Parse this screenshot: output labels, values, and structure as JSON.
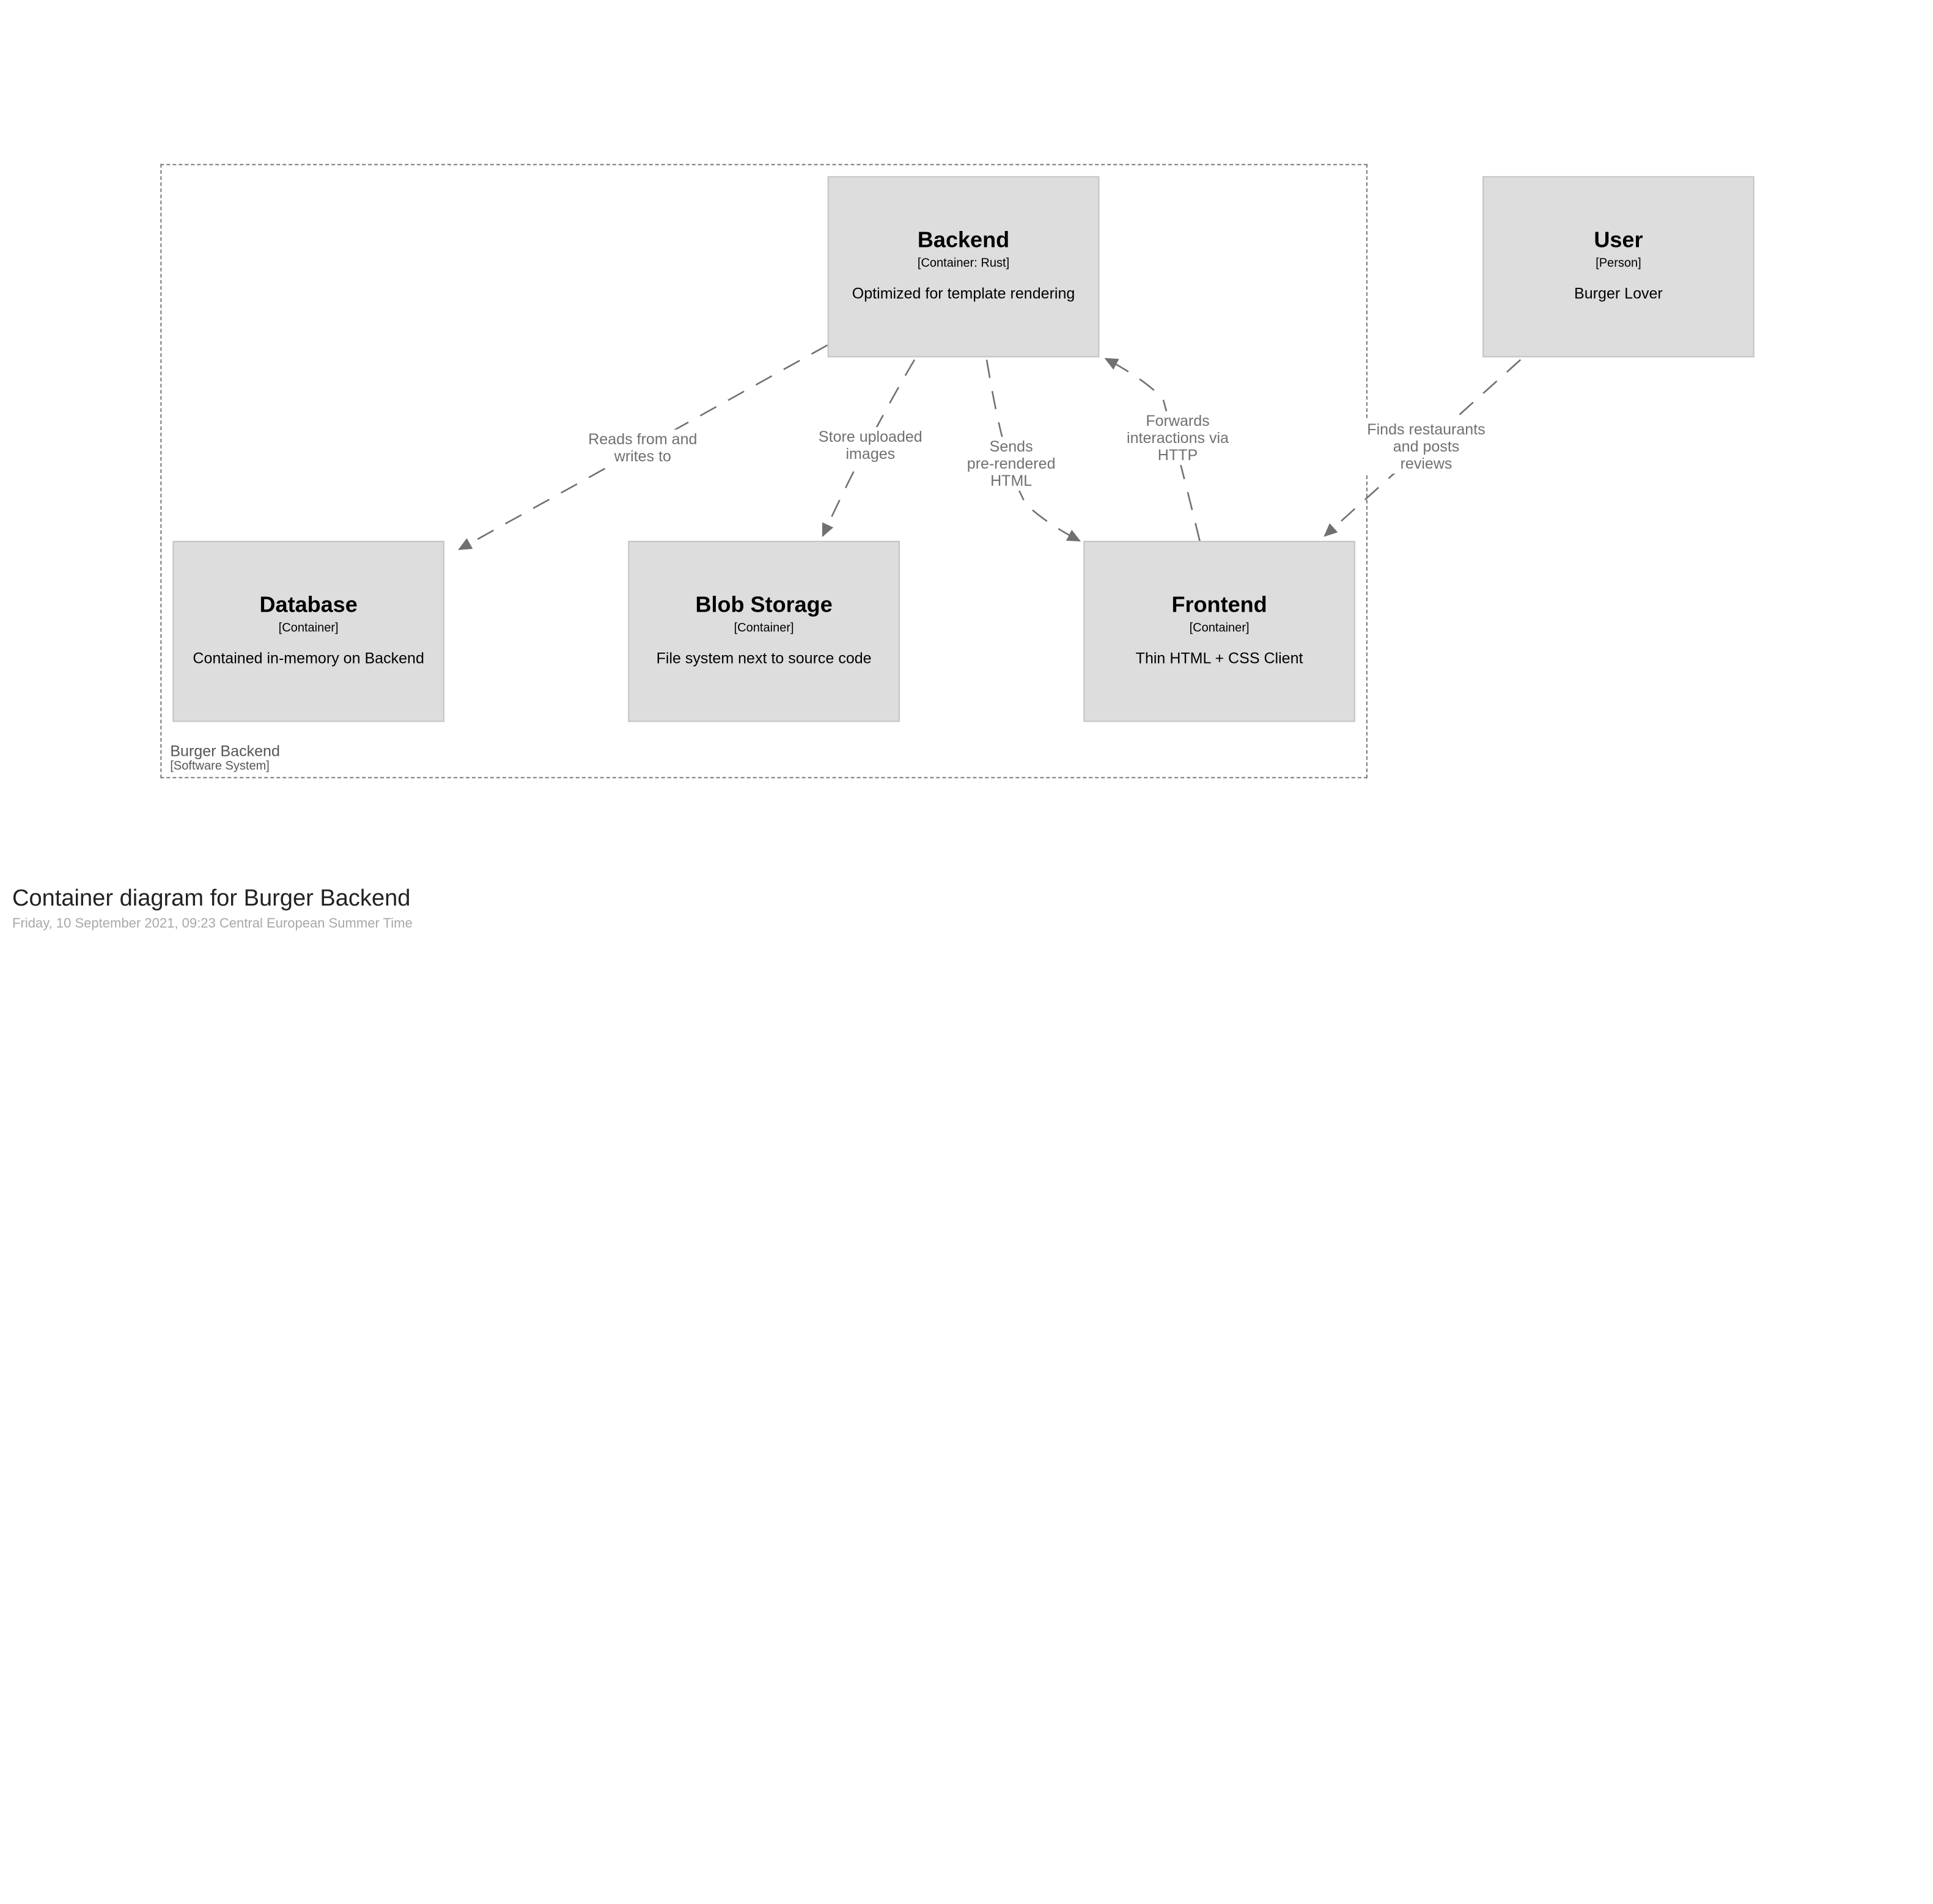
{
  "diagram": {
    "title": "Container diagram for Burger Backend",
    "date": "Friday, 10 September 2021, 09:23 Central European Summer Time",
    "boundary": {
      "name": "Burger Backend",
      "type": "[Software System]"
    },
    "elements": {
      "backend": {
        "title": "Backend",
        "type": "[Container: Rust]",
        "description": "Optimized for template rendering"
      },
      "user": {
        "title": "User",
        "type": "[Person]",
        "description": "Burger Lover"
      },
      "database": {
        "title": "Database",
        "type": "[Container]",
        "description": "Contained in-memory on Backend"
      },
      "blob": {
        "title": "Blob Storage",
        "type": "[Container]",
        "description": "File system next to source code"
      },
      "frontend": {
        "title": "Frontend",
        "type": "[Container]",
        "description": "Thin HTML + CSS Client"
      }
    },
    "relationships": {
      "backend_database": {
        "label_1": "Reads from and",
        "label_2": "writes to"
      },
      "backend_blob": {
        "label_1": "Store uploaded",
        "label_2": "images"
      },
      "backend_frontend": {
        "label_1": "Sends",
        "label_2": "pre-rendered",
        "label_3": "HTML"
      },
      "frontend_backend": {
        "label_1": "Forwards",
        "label_2": "interactions via",
        "label_3": "HTTP"
      },
      "user_frontend": {
        "label_1": "Finds restaurants",
        "label_2": "and posts",
        "label_3": "reviews"
      }
    },
    "colors": {
      "box_fill": "#dddddd",
      "box_border": "#c4c4c4",
      "edge": "#707070",
      "boundary": "#777777"
    }
  }
}
